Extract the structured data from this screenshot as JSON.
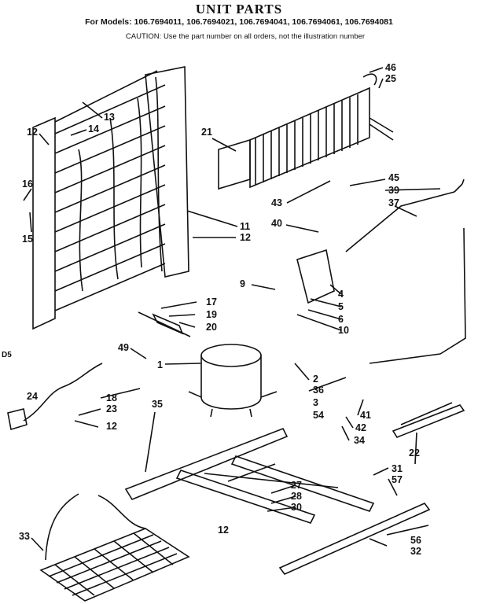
{
  "header": {
    "title": "UNIT PARTS",
    "models": "For Models: 106.7694011, 106.7694021, 106.7694041, 106.7694061, 106.7694081",
    "caution": "CAUTION: Use the part number on all orders, not the illustration number"
  },
  "side_mark": "D5",
  "callouts": [
    "46",
    "25",
    "21",
    "13",
    "14",
    "12",
    "16",
    "15",
    "11",
    "12",
    "45",
    "39",
    "37",
    "43",
    "40",
    "9",
    "4",
    "5",
    "6",
    "10",
    "17",
    "19",
    "20",
    "49",
    "1",
    "2",
    "36",
    "3",
    "54",
    "41",
    "42",
    "34",
    "24",
    "18",
    "23",
    "12",
    "35",
    "22",
    "31",
    "57",
    "27",
    "28",
    "30",
    "33",
    "12",
    "56",
    "32"
  ]
}
